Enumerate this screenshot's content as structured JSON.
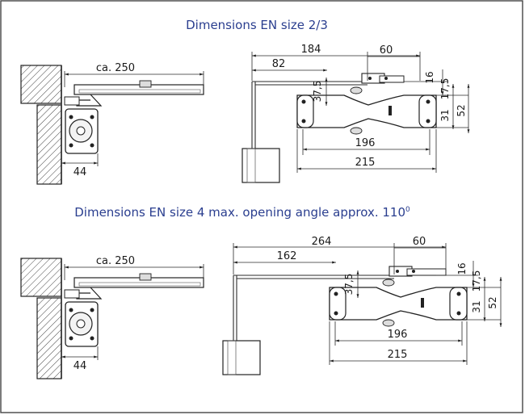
{
  "section1": {
    "title": "Dimensions EN size 2/3",
    "dims": {
      "arm_length": "ca. 250",
      "bracket_width": "44",
      "overall_width": "184",
      "arm_offset": "82",
      "shoe_width": "60",
      "arm_height": "37,5",
      "top_gap": "16",
      "body_height_a": "17,5",
      "body_height_b": "31",
      "body_height_c": "52",
      "body_length": "196",
      "total_length": "215"
    }
  },
  "section2": {
    "title": "Dimensions EN size 4 max. opening angle approx. 110",
    "title_sup": "0",
    "dims": {
      "arm_length": "ca. 250",
      "bracket_width": "44",
      "overall_width": "264",
      "arm_offset": "162",
      "shoe_width": "60",
      "arm_height": "37,5",
      "top_gap": "16",
      "body_height_a": "17,5",
      "body_height_b": "31",
      "body_height_c": "52",
      "body_length": "196",
      "total_length": "215"
    }
  },
  "colors": {
    "title": "#2a3e8f",
    "line": "#2a2a2a"
  }
}
